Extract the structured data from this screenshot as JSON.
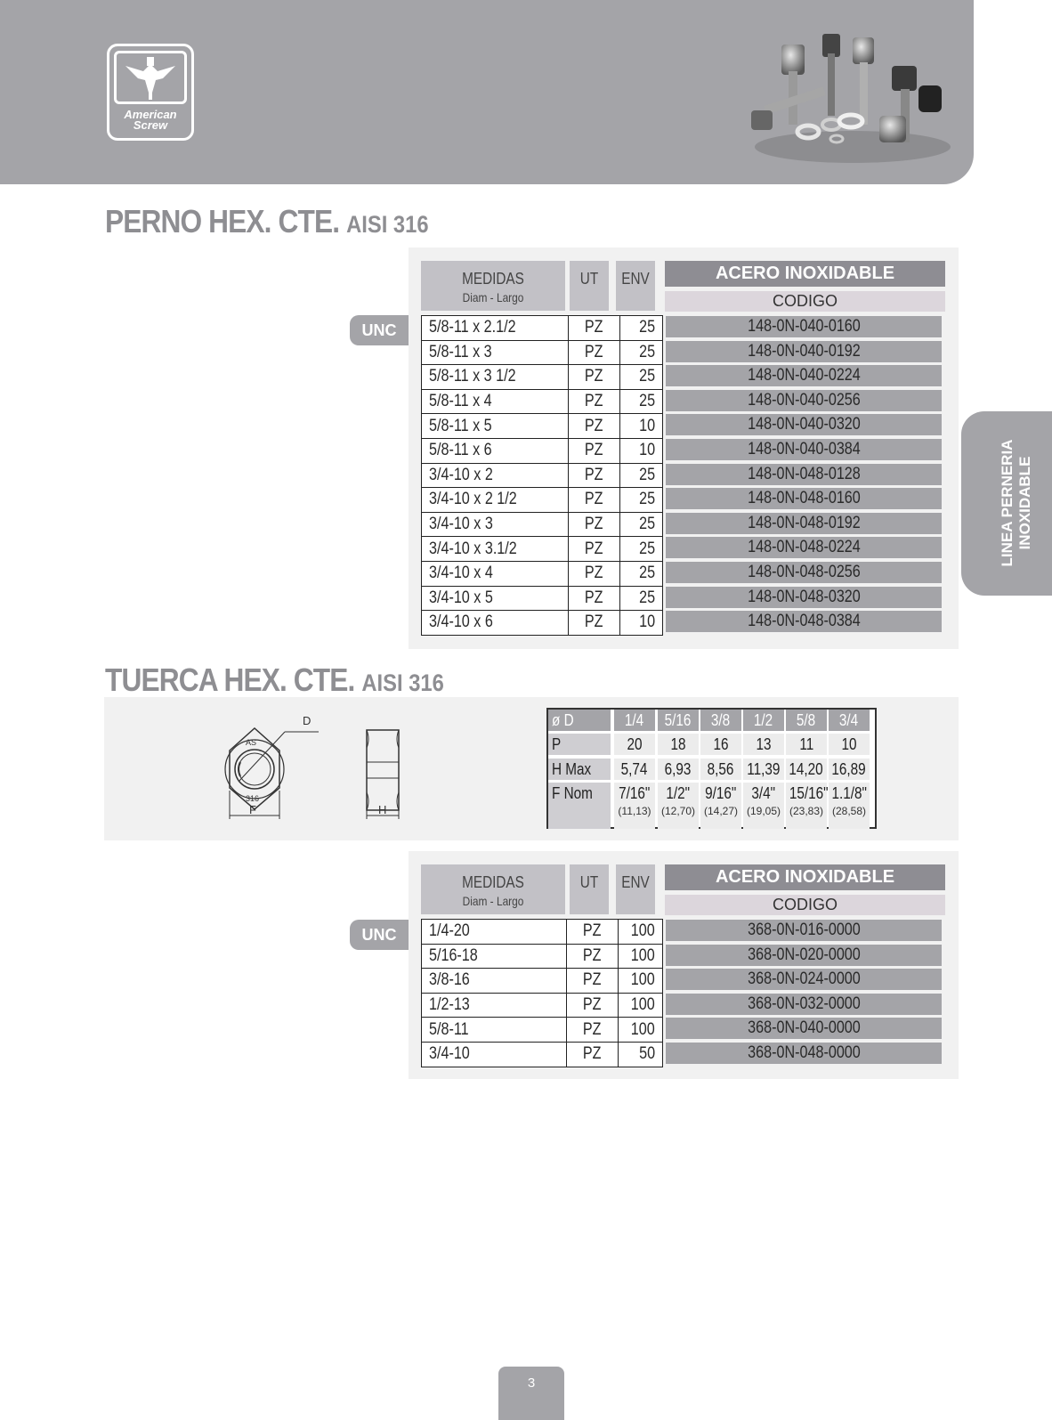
{
  "header": {
    "logo_text_line1": "American",
    "logo_text_line2": "Screw"
  },
  "side_tab": {
    "line1": "LINEA PERNERIA",
    "line2": "INOXIDABLE"
  },
  "section1": {
    "title": "PERNO HEX. CTE.",
    "subtitle": "AISI 316",
    "thread_label": "UNC",
    "headers": {
      "medidas": "MEDIDAS",
      "medidas_sub": "Diam - Largo",
      "ut": "UT",
      "env": "ENV",
      "material": "ACERO INOXIDABLE",
      "codigo": "CODIGO"
    },
    "rows": [
      {
        "medida": "5/8-11 x 2.1/2",
        "ut": "PZ",
        "env": "25",
        "codigo": "148-0N-040-0160"
      },
      {
        "medida": "5/8-11 x 3",
        "ut": "PZ",
        "env": "25",
        "codigo": "148-0N-040-0192"
      },
      {
        "medida": "5/8-11 x 3 1/2",
        "ut": "PZ",
        "env": "25",
        "codigo": "148-0N-040-0224"
      },
      {
        "medida": "5/8-11 x 4",
        "ut": "PZ",
        "env": "25",
        "codigo": "148-0N-040-0256"
      },
      {
        "medida": "5/8-11 x 5",
        "ut": "PZ",
        "env": "10",
        "codigo": "148-0N-040-0320"
      },
      {
        "medida": "5/8-11 x 6",
        "ut": "PZ",
        "env": "10",
        "codigo": "148-0N-040-0384"
      },
      {
        "medida": "3/4-10 x 2",
        "ut": "PZ",
        "env": "25",
        "codigo": "148-0N-048-0128"
      },
      {
        "medida": "3/4-10 x 2 1/2",
        "ut": "PZ",
        "env": "25",
        "codigo": "148-0N-048-0160"
      },
      {
        "medida": "3/4-10 x 3",
        "ut": "PZ",
        "env": "25",
        "codigo": "148-0N-048-0192"
      },
      {
        "medida": "3/4-10 x 3.1/2",
        "ut": "PZ",
        "env": "25",
        "codigo": "148-0N-048-0224"
      },
      {
        "medida": "3/4-10 x 4",
        "ut": "PZ",
        "env": "25",
        "codigo": "148-0N-048-0256"
      },
      {
        "medida": "3/4-10 x 5",
        "ut": "PZ",
        "env": "25",
        "codigo": "148-0N-048-0320"
      },
      {
        "medida": "3/4-10 x 6",
        "ut": "PZ",
        "env": "10",
        "codigo": "148-0N-048-0384"
      }
    ]
  },
  "section2": {
    "title": "TUERCA HEX. CTE.",
    "subtitle": "AISI 316",
    "drawing_labels": {
      "d": "D",
      "as": "AS",
      "grade": "316",
      "f": "F",
      "h": "H"
    },
    "dims": {
      "labels": [
        "ø D",
        "P",
        "H Max",
        "F Nom"
      ],
      "sizes": [
        "1/4",
        "5/16",
        "3/8",
        "1/2",
        "5/8",
        "3/4"
      ],
      "p": [
        "20",
        "18",
        "16",
        "13",
        "11",
        "10"
      ],
      "h_max": [
        "5,74",
        "6,93",
        "8,56",
        "11,39",
        "14,20",
        "16,89"
      ],
      "f_nom": [
        "7/16\"",
        "1/2\"",
        "9/16\"",
        "3/4\"",
        "15/16\"",
        "1.1/8\""
      ],
      "f_nom_mm": [
        "(11,13)",
        "(12,70)",
        "(14,27)",
        "(19,05)",
        "(23,83)",
        "(28,58)"
      ]
    },
    "thread_label": "UNC",
    "headers": {
      "medidas": "MEDIDAS",
      "medidas_sub": "Diam - Largo",
      "ut": "UT",
      "env": "ENV",
      "material": "ACERO INOXIDABLE",
      "codigo": "CODIGO"
    },
    "rows": [
      {
        "medida": "1/4-20",
        "ut": "PZ",
        "env": "100",
        "codigo": "368-0N-016-0000"
      },
      {
        "medida": "5/16-18",
        "ut": "PZ",
        "env": "100",
        "codigo": "368-0N-020-0000"
      },
      {
        "medida": "3/8-16",
        "ut": "PZ",
        "env": "100",
        "codigo": "368-0N-024-0000"
      },
      {
        "medida": "1/2-13",
        "ut": "PZ",
        "env": "100",
        "codigo": "368-0N-032-0000"
      },
      {
        "medida": "5/8-11",
        "ut": "PZ",
        "env": "100",
        "codigo": "368-0N-040-0000"
      },
      {
        "medida": "3/4-10",
        "ut": "PZ",
        "env": "50",
        "codigo": "368-0N-048-0000"
      }
    ]
  },
  "footer": {
    "page_number": "3"
  }
}
